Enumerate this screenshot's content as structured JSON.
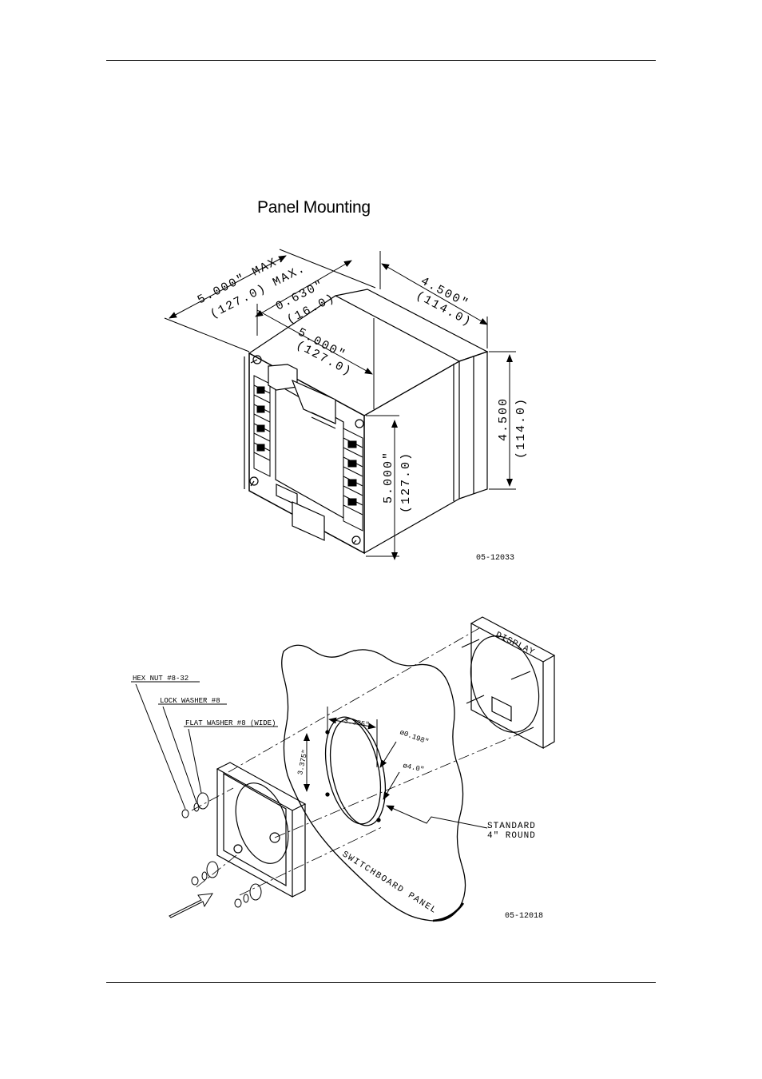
{
  "page": {
    "title": "Panel Mounting"
  },
  "figure1": {
    "dim_width_max": "5.000\" MAX.",
    "dim_width_max_mm": "(127.0) MAX.",
    "dim_depth": "0.630\"",
    "dim_depth_mm": "(16.0)",
    "dim_front_width": "5.000\"",
    "dim_front_width_mm": "(127.0)",
    "dim_body_width": "4.500\"",
    "dim_body_width_mm": "(114.0)",
    "dim_body_height": "4.500",
    "dim_body_height_mm": "(114.0)",
    "dim_front_height": "5.000\"",
    "dim_front_height_mm": "(127.0)",
    "drawing_number": "05-12033"
  },
  "figure2": {
    "hex_nut": "HEX NUT #8-32",
    "lock_washer": "LOCK WASHER #8",
    "flat_washer": "FLAT WASHER #8 (WIDE)",
    "hole_spacing_h": "3.375\"",
    "hole_spacing_v": "3.375\"",
    "hole_dia": "ø0.198\"",
    "cutout_dia": "ø4.0\"",
    "standard_line1": "STANDARD",
    "standard_line2": "4\" ROUND",
    "display_label": "DISPLAY",
    "panel_label": "SWITCHBOARD PANEL",
    "drawing_number": "05-12018"
  }
}
